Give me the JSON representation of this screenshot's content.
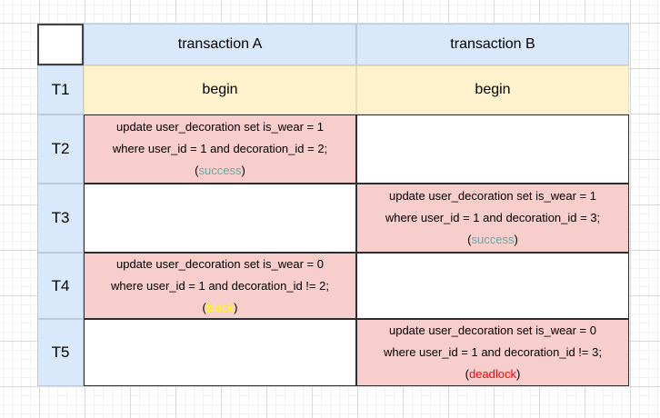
{
  "colors": {
    "header_fill": "#dae8fc",
    "time_label_fill": "#dae8fc",
    "begin_fill": "#fff2cc",
    "sql_fill": "#f8cecc",
    "empty_fill": "#ffffff",
    "success_text": "#67ab9f",
    "block_text": "#ffff00",
    "deadlock_text": "#ff0000"
  },
  "punct": {
    "open": "(",
    "close": ")"
  },
  "header": {
    "corner": "",
    "transaction_a": "transaction A",
    "transaction_b": "transaction B"
  },
  "rows": [
    {
      "label": "T1",
      "a": {
        "kind": "begin",
        "text": "begin"
      },
      "b": {
        "kind": "begin",
        "text": "begin"
      }
    },
    {
      "label": "T2",
      "a": {
        "kind": "sql",
        "line1": "update user_decoration set is_wear = 1",
        "line2": "where user_id = 1 and decoration_id = 2;",
        "status": "success",
        "status_color": "#67ab9f"
      },
      "b": {
        "kind": "empty"
      }
    },
    {
      "label": "T3",
      "a": {
        "kind": "empty"
      },
      "b": {
        "kind": "sql",
        "line1": "update user_decoration set is_wear = 1",
        "line2": "where user_id = 1 and decoration_id = 3;",
        "status": "success",
        "status_color": "#67ab9f"
      }
    },
    {
      "label": "T4",
      "a": {
        "kind": "sql",
        "line1": "update user_decoration set is_wear = 0",
        "line2": "where user_id = 1 and decoration_id != 2;",
        "status": "block",
        "status_color": "#ffff00"
      },
      "b": {
        "kind": "empty"
      }
    },
    {
      "label": "T5",
      "a": {
        "kind": "empty"
      },
      "b": {
        "kind": "sql",
        "line1": "update user_decoration set is_wear = 0",
        "line2": "where user_id = 1 and decoration_id != 3;",
        "status": "deadlock",
        "status_color": "#ff0000"
      }
    }
  ]
}
